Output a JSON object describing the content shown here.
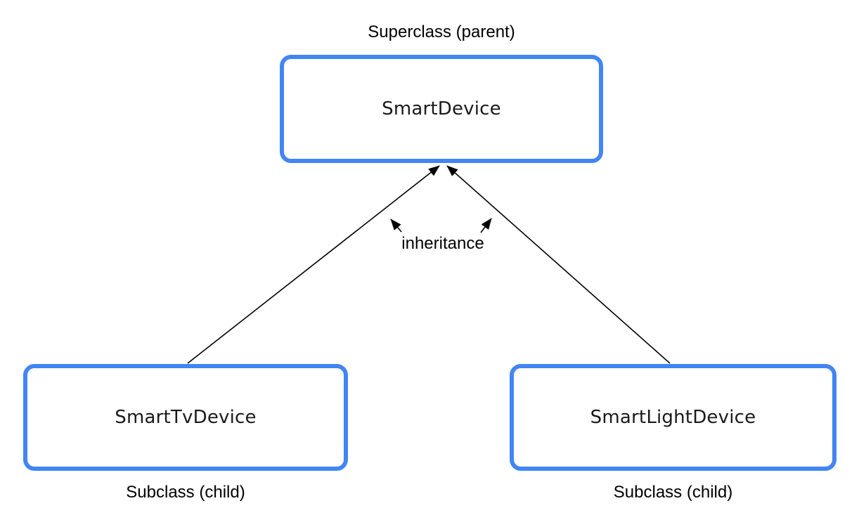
{
  "diagram": {
    "superclass": {
      "name": "SmartDevice",
      "role_label": "Superclass (parent)"
    },
    "subclasses": [
      {
        "name": "SmartTvDevice",
        "role_label": "Subclass (child)"
      },
      {
        "name": "SmartLightDevice",
        "role_label": "Subclass (child)"
      }
    ],
    "relationship_label": "inheritance"
  },
  "colors": {
    "box_border": "#4285F4",
    "box_fill": "#FFFFFF",
    "arrow_line": "#000000",
    "label_text": "#000000",
    "node_text": "#1A1A1A"
  }
}
